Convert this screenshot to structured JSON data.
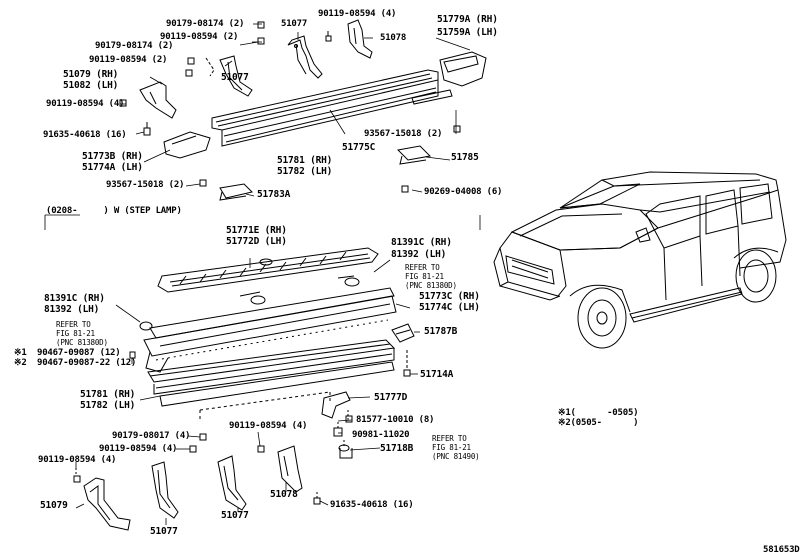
{
  "labels": {
    "p90179_08174_2a": "90179-08174 (2)",
    "p51077_top": "51077",
    "p90119_08594_4_top": "90119-08594 (4)",
    "p51078_top": "51078",
    "p51779A": "51779A (RH)",
    "p51759A": "51759A (LH)",
    "p90179_08174_2b": "90179-08174 (2)",
    "p90119_08594_2a": "90119-08594 (2)",
    "p90119_08594_2b": "90119-08594 (2)",
    "p51077_mid": "51077",
    "p51079_rh": "51079 (RH)",
    "p51082_lh": "51082 (LH)",
    "p90119_08594_4_left": "90119-08594 (4)",
    "p91635_40618_16_top": "91635-40618 (16)",
    "p93567_15018_2_right": "93567-15018 (2)",
    "p51785": "51785",
    "p51775C": "51775C",
    "p51781_top": "51781 (RH)",
    "p51782_top": "51782 (LH)",
    "p51773B": "51773B (RH)",
    "p51774A": "51774A (LH)",
    "p90269_04008": "90269-04008 (6)",
    "p93567_15018_2_left": "93567-15018 (2)",
    "p51783A": "51783A",
    "bracket_label": "(0208-     ) W (STEP LAMP)",
    "p51771E": "51771E (RH)",
    "p51772D": "51772D (LH)",
    "p81391C_rh_top": "81391C (RH)",
    "p81392_lh_top": "81392 (LH)",
    "refer_top_1": "REFER TO",
    "refer_top_2": "FIG 81-21",
    "refer_top_3": "(PNC 81380D)",
    "p81391C_rh_left": "81391C (RH)",
    "p81392_lh_left": "81392 (LH)",
    "p51773C": "51773C (RH)",
    "p51774C": "51774C (LH)",
    "refer_left_1": "REFER TO",
    "refer_left_2": "FIG 81-21",
    "refer_left_3": "(PNC 81380D)",
    "p90467_1": "※1  90467-09087 (12)",
    "p90467_2": "※2  90467-09087-22 (12)",
    "p51787B": "51787B",
    "p51714A": "51714A",
    "p51781_bot": "51781 (RH)",
    "p51782_bot": "51782 (LH)",
    "p51777D": "51777D",
    "p81577": "81577-10010 (8)",
    "p90981": "90981-11020",
    "refer_bot_1": "REFER TO",
    "refer_bot_2": "FIG 81-21",
    "refer_bot_3": "(PNC 81490)",
    "p51718B": "51718B",
    "p90179_08017_4": "90179-08017 (4)",
    "p90119_08594_4_bl1": "90119-08594 (4)",
    "p90119_08594_4_bl2": "90119-08594 (4)",
    "p90119_08594_4_bm": "90119-08594 (4)",
    "p51079_bot": "51079",
    "p51077_bot1": "51077",
    "p51077_bot2": "51077",
    "p51078_bot": "51078",
    "p91635_40618_16_bot": "91635-40618 (16)",
    "note1": "※1(      -0505)",
    "note2": "※2(0505-      )",
    "figure_id": "581653D"
  }
}
